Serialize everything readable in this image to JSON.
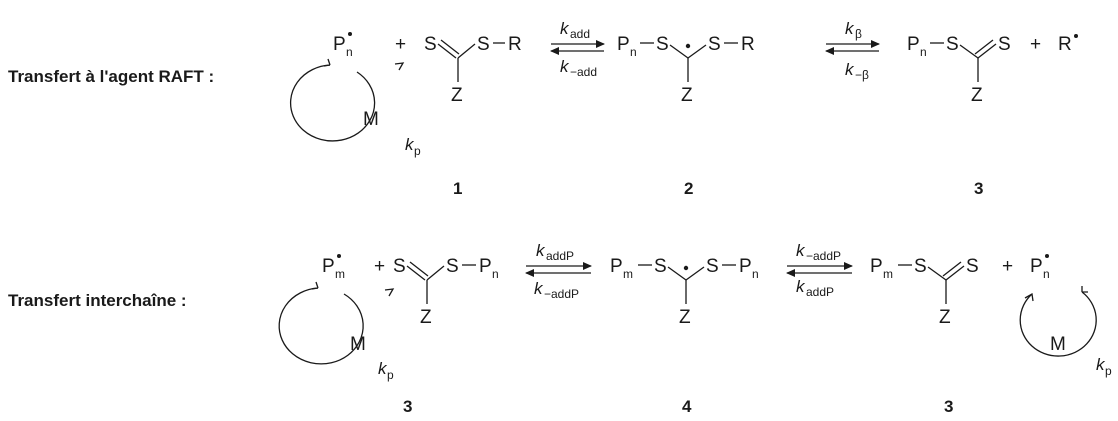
{
  "row1": {
    "label": "Transfert à l'agent RAFT :",
    "reactant_radical": {
      "base": "P",
      "sub": "n"
    },
    "plus_1": "+",
    "raft_agent": {
      "S_double": "S",
      "S_single": "S",
      "R": "R",
      "Z": "Z"
    },
    "arrow1": {
      "k_forward": "k",
      "k_forward_sub": "add",
      "k_backward": "k",
      "k_backward_sub": "−add"
    },
    "intermediate": {
      "P": "P",
      "P_sub": "n",
      "S_left": "S",
      "S_right": "S",
      "R": "R",
      "Z": "Z"
    },
    "arrow2": {
      "k_forward": "k",
      "k_forward_sub": "β",
      "k_backward": "k",
      "k_backward_sub": "−β"
    },
    "product": {
      "P": "P",
      "P_sub": "n",
      "S_single": "S",
      "S_double": "S",
      "Z": "Z"
    },
    "plus_2": "+",
    "released_radical": "R",
    "cycle": {
      "monomer": "M",
      "k": "k",
      "k_sub": "p"
    },
    "numbers": [
      "1",
      "2",
      "3"
    ]
  },
  "row2": {
    "label": "Transfert interchaîne :",
    "reactant_radical": {
      "base": "P",
      "sub": "m"
    },
    "plus_1": "+",
    "dormant": {
      "S_double": "S",
      "S_single": "S",
      "P": "P",
      "P_sub": "n",
      "Z": "Z"
    },
    "arrow1": {
      "k_forward": "k",
      "k_forward_sub": "addP",
      "k_backward": "k",
      "k_backward_sub": "−addP"
    },
    "intermediate": {
      "P_left": "P",
      "P_left_sub": "m",
      "S_left": "S",
      "S_right": "S",
      "P_right": "P",
      "P_right_sub": "n",
      "Z": "Z"
    },
    "arrow2": {
      "k_forward": "k",
      "k_forward_sub": "−addP",
      "k_backward": "k",
      "k_backward_sub": "addP"
    },
    "product": {
      "P": "P",
      "P_sub": "m",
      "S_single": "S",
      "S_double": "S",
      "Z": "Z"
    },
    "plus_2": "+",
    "released_radical": {
      "base": "P",
      "sub": "n"
    },
    "cycle_left": {
      "monomer": "M",
      "k": "k",
      "k_sub": "p"
    },
    "cycle_right": {
      "monomer": "M",
      "k": "k",
      "k_sub": "p"
    },
    "numbers": [
      "3",
      "4",
      "3"
    ]
  },
  "colors": {
    "ink": "#1a1a1a",
    "background": "#ffffff"
  }
}
